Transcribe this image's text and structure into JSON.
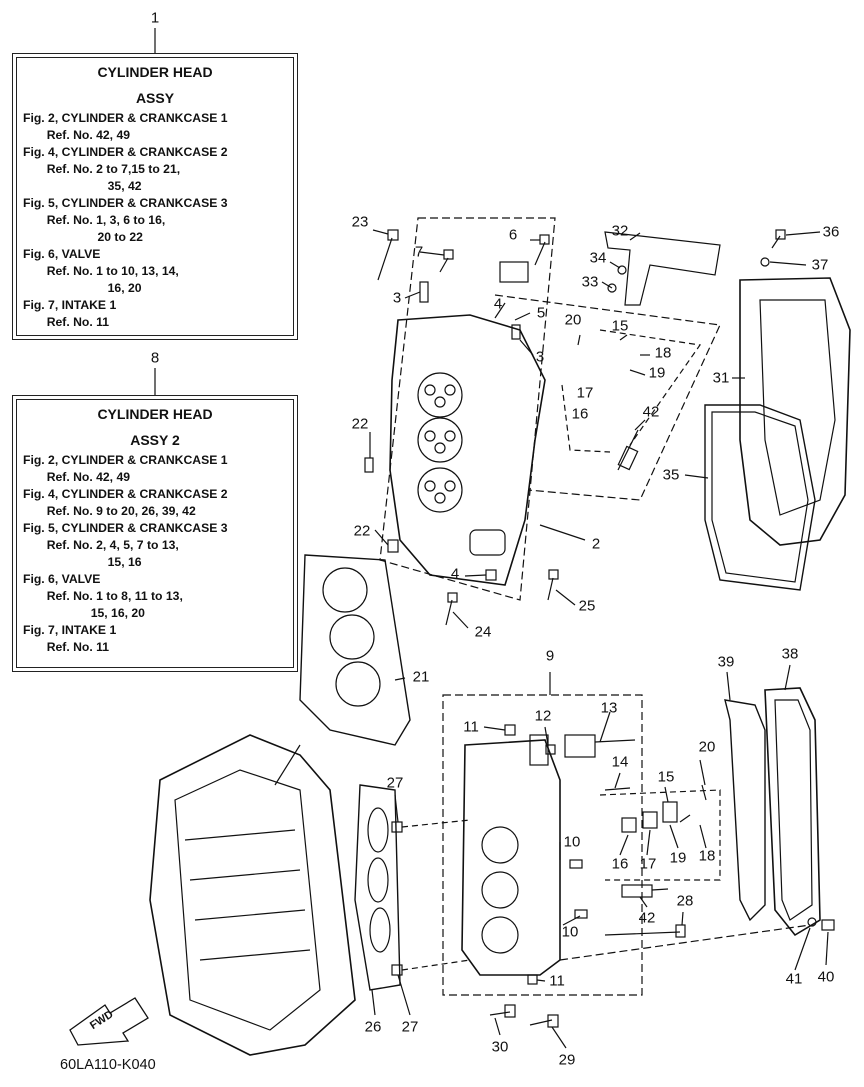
{
  "box1": {
    "number": "1",
    "title1": "CYLINDER HEAD",
    "title2": "ASSY",
    "lines": [
      "Fig. 2, CYLINDER & CRANKCASE 1",
      "       Ref. No. 42, 49",
      "Fig. 4, CYLINDER & CRANKCASE 2",
      "       Ref. No. 2 to 7,15 to 21,",
      "                         35, 42",
      "Fig. 5, CYLINDER & CRANKCASE 3",
      "       Ref. No. 1, 3, 6 to 16,",
      "                      20 to 22",
      "Fig. 6, VALVE",
      "       Ref. No. 1 to 10, 13, 14,",
      "                         16, 20",
      "Fig. 7, INTAKE 1",
      "       Ref. No. 11"
    ]
  },
  "box2": {
    "number": "8",
    "title1": "CYLINDER HEAD",
    "title2": "ASSY 2",
    "lines": [
      "Fig. 2, CYLINDER & CRANKCASE 1",
      "       Ref. No. 42, 49",
      "Fig. 4, CYLINDER & CRANKCASE 2",
      "       Ref. No. 9 to 20, 26, 39, 42",
      "Fig. 5, CYLINDER & CRANKCASE 3",
      "       Ref. No. 2, 4, 5, 7 to 13,",
      "                         15, 16",
      "Fig. 6, VALVE",
      "       Ref. No. 1 to 8, 11 to 13,",
      "                    15, 16, 20",
      "Fig. 7, INTAKE 1",
      "       Ref. No. 11"
    ]
  },
  "callouts": {
    "c23": "23",
    "c7a": "7",
    "c6": "6",
    "c3a": "3",
    "c4a": "4",
    "c5": "5",
    "c3b": "3",
    "c32": "32",
    "c34": "34",
    "c33": "33",
    "c36": "36",
    "c37": "37",
    "c20a": "20",
    "c15a": "15",
    "c18a": "18",
    "c19a": "19",
    "c17a": "17",
    "c16a": "16",
    "c42a": "42",
    "c31": "31",
    "c35": "35",
    "c22a": "22",
    "c22b": "22",
    "c2": "2",
    "c4b": "4",
    "c25": "25",
    "c24": "24",
    "c21": "21",
    "c9": "9",
    "c11a": "11",
    "c12": "12",
    "c13": "13",
    "c14": "14",
    "c39": "39",
    "c38": "38",
    "c20b": "20",
    "c15b": "15",
    "c27a": "27",
    "c10a": "10",
    "c16b": "16",
    "c17b": "17",
    "c19b": "19",
    "c18b": "18",
    "c42b": "42",
    "c28": "28",
    "c10b": "10",
    "c11b": "11",
    "c41": "41",
    "c40": "40",
    "c26": "26",
    "c27b": "27",
    "c30": "30",
    "c29": "29"
  },
  "fwd_label": "FWD",
  "drawing_code": "60LA110-K040"
}
